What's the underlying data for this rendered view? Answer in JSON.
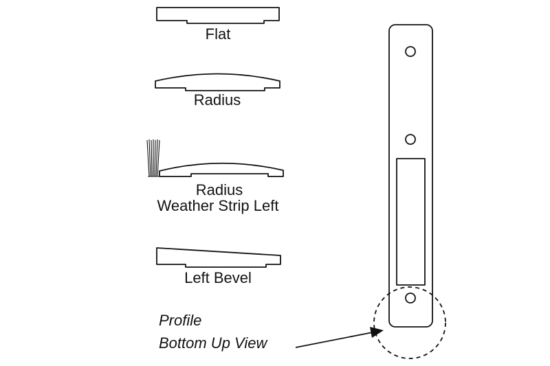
{
  "profiles": [
    {
      "label": "Flat"
    },
    {
      "label": "Radius"
    },
    {
      "label": "Radius",
      "label_line2": "Weather Strip Left"
    },
    {
      "label": "Left Bevel"
    }
  ],
  "callout": {
    "line1": "Profile",
    "line2": "Bottom Up View"
  },
  "colors": {
    "line": "#111111",
    "background": "#ffffff"
  }
}
